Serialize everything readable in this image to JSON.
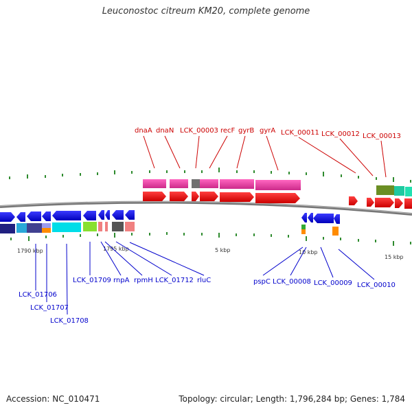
{
  "title": "Leuconostoc citreum KM20, complete genome",
  "footer": {
    "accession": "Accession: NC_010471",
    "stats": "Topology: circular; Length: 1,796,284 bp; Genes: 1,784"
  },
  "colors": {
    "forward_label": "#cc0000",
    "reverse_label": "#0000cc",
    "backbone": "#808080"
  },
  "scale_labels": [
    "1790 kbp",
    "1795 kbp",
    "5 kbp",
    "10 kbp",
    "15 kbp"
  ],
  "forward_labels": [
    "dnaA",
    "dnaN",
    "LCK_00003",
    "recF",
    "gyrB",
    "gyrA",
    "LCK_00011",
    "LCK_00012",
    "LCK_00013"
  ],
  "reverse_labels": [
    "LCK_01706",
    "LCK_01707",
    "LCK_01708",
    "LCK_01709",
    "rnpA",
    "rpmH",
    "LCK_01712",
    "rluC",
    "pspC",
    "LCK_00008",
    "LCK_00009",
    "LCK_00010"
  ]
}
